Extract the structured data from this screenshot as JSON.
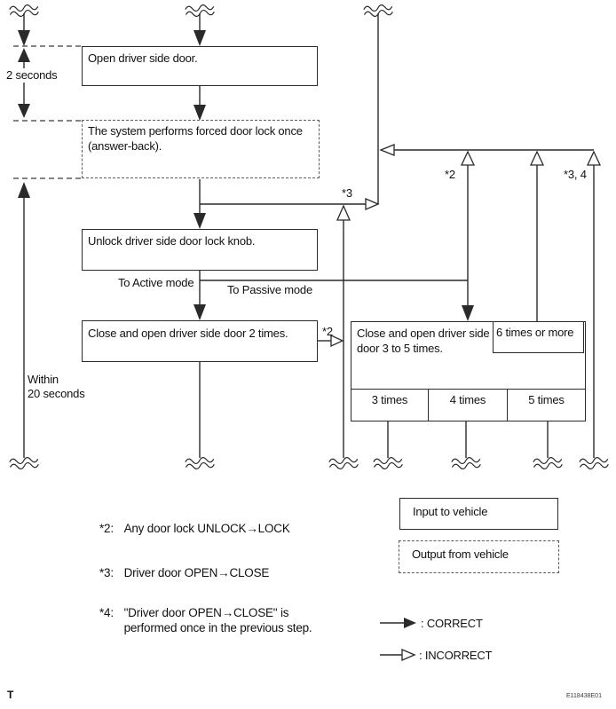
{
  "diagram": {
    "steps": {
      "open_door": "Open driver side door.",
      "forced_lock": "The system performs forced door lock once (answer-back).",
      "unlock_knob": "Unlock driver side door lock knob.",
      "close_open_2": "Close and open driver side door 2 times.",
      "close_open_3_5": "Close and open driver side door 3 to 5 times.",
      "six_or_more": "6 times or more",
      "times_3": "3 times",
      "times_4": "4 times",
      "times_5": "5 times"
    },
    "timing": {
      "two_seconds": "2 seconds",
      "within_20_seconds": "Within\n20 seconds"
    },
    "branch_labels": {
      "to_active": "To Active mode",
      "to_passive": "To Passive mode",
      "star3": "*3",
      "star2_input": "*2",
      "star2_return": "*2",
      "star34_return": "*3, 4"
    }
  },
  "notes": [
    {
      "marker": "*2:",
      "text": "Any door lock UNLOCK→LOCK"
    },
    {
      "marker": "*3:",
      "text": "Driver door OPEN→CLOSE"
    },
    {
      "marker": "*4:",
      "text": "\"Driver door OPEN→CLOSE\" is performed once in the previous step."
    }
  ],
  "legend": {
    "input_box": "Input to vehicle",
    "output_box": "Output from vehicle",
    "correct_label": ": CORRECT",
    "incorrect_label": ": INCORRECT"
  },
  "footer": {
    "page_mark": "T",
    "figure_code": "E118438E01"
  },
  "icons": {
    "break_symbol": "double-wave continuation mark",
    "filled_arrowhead": "correct flow arrow",
    "open_arrowhead": "incorrect flow arrow"
  },
  "colors": {
    "line": "#2a2a2a",
    "dashed": "#5c5c5c",
    "background": "#ffffff",
    "text": "#111111"
  }
}
